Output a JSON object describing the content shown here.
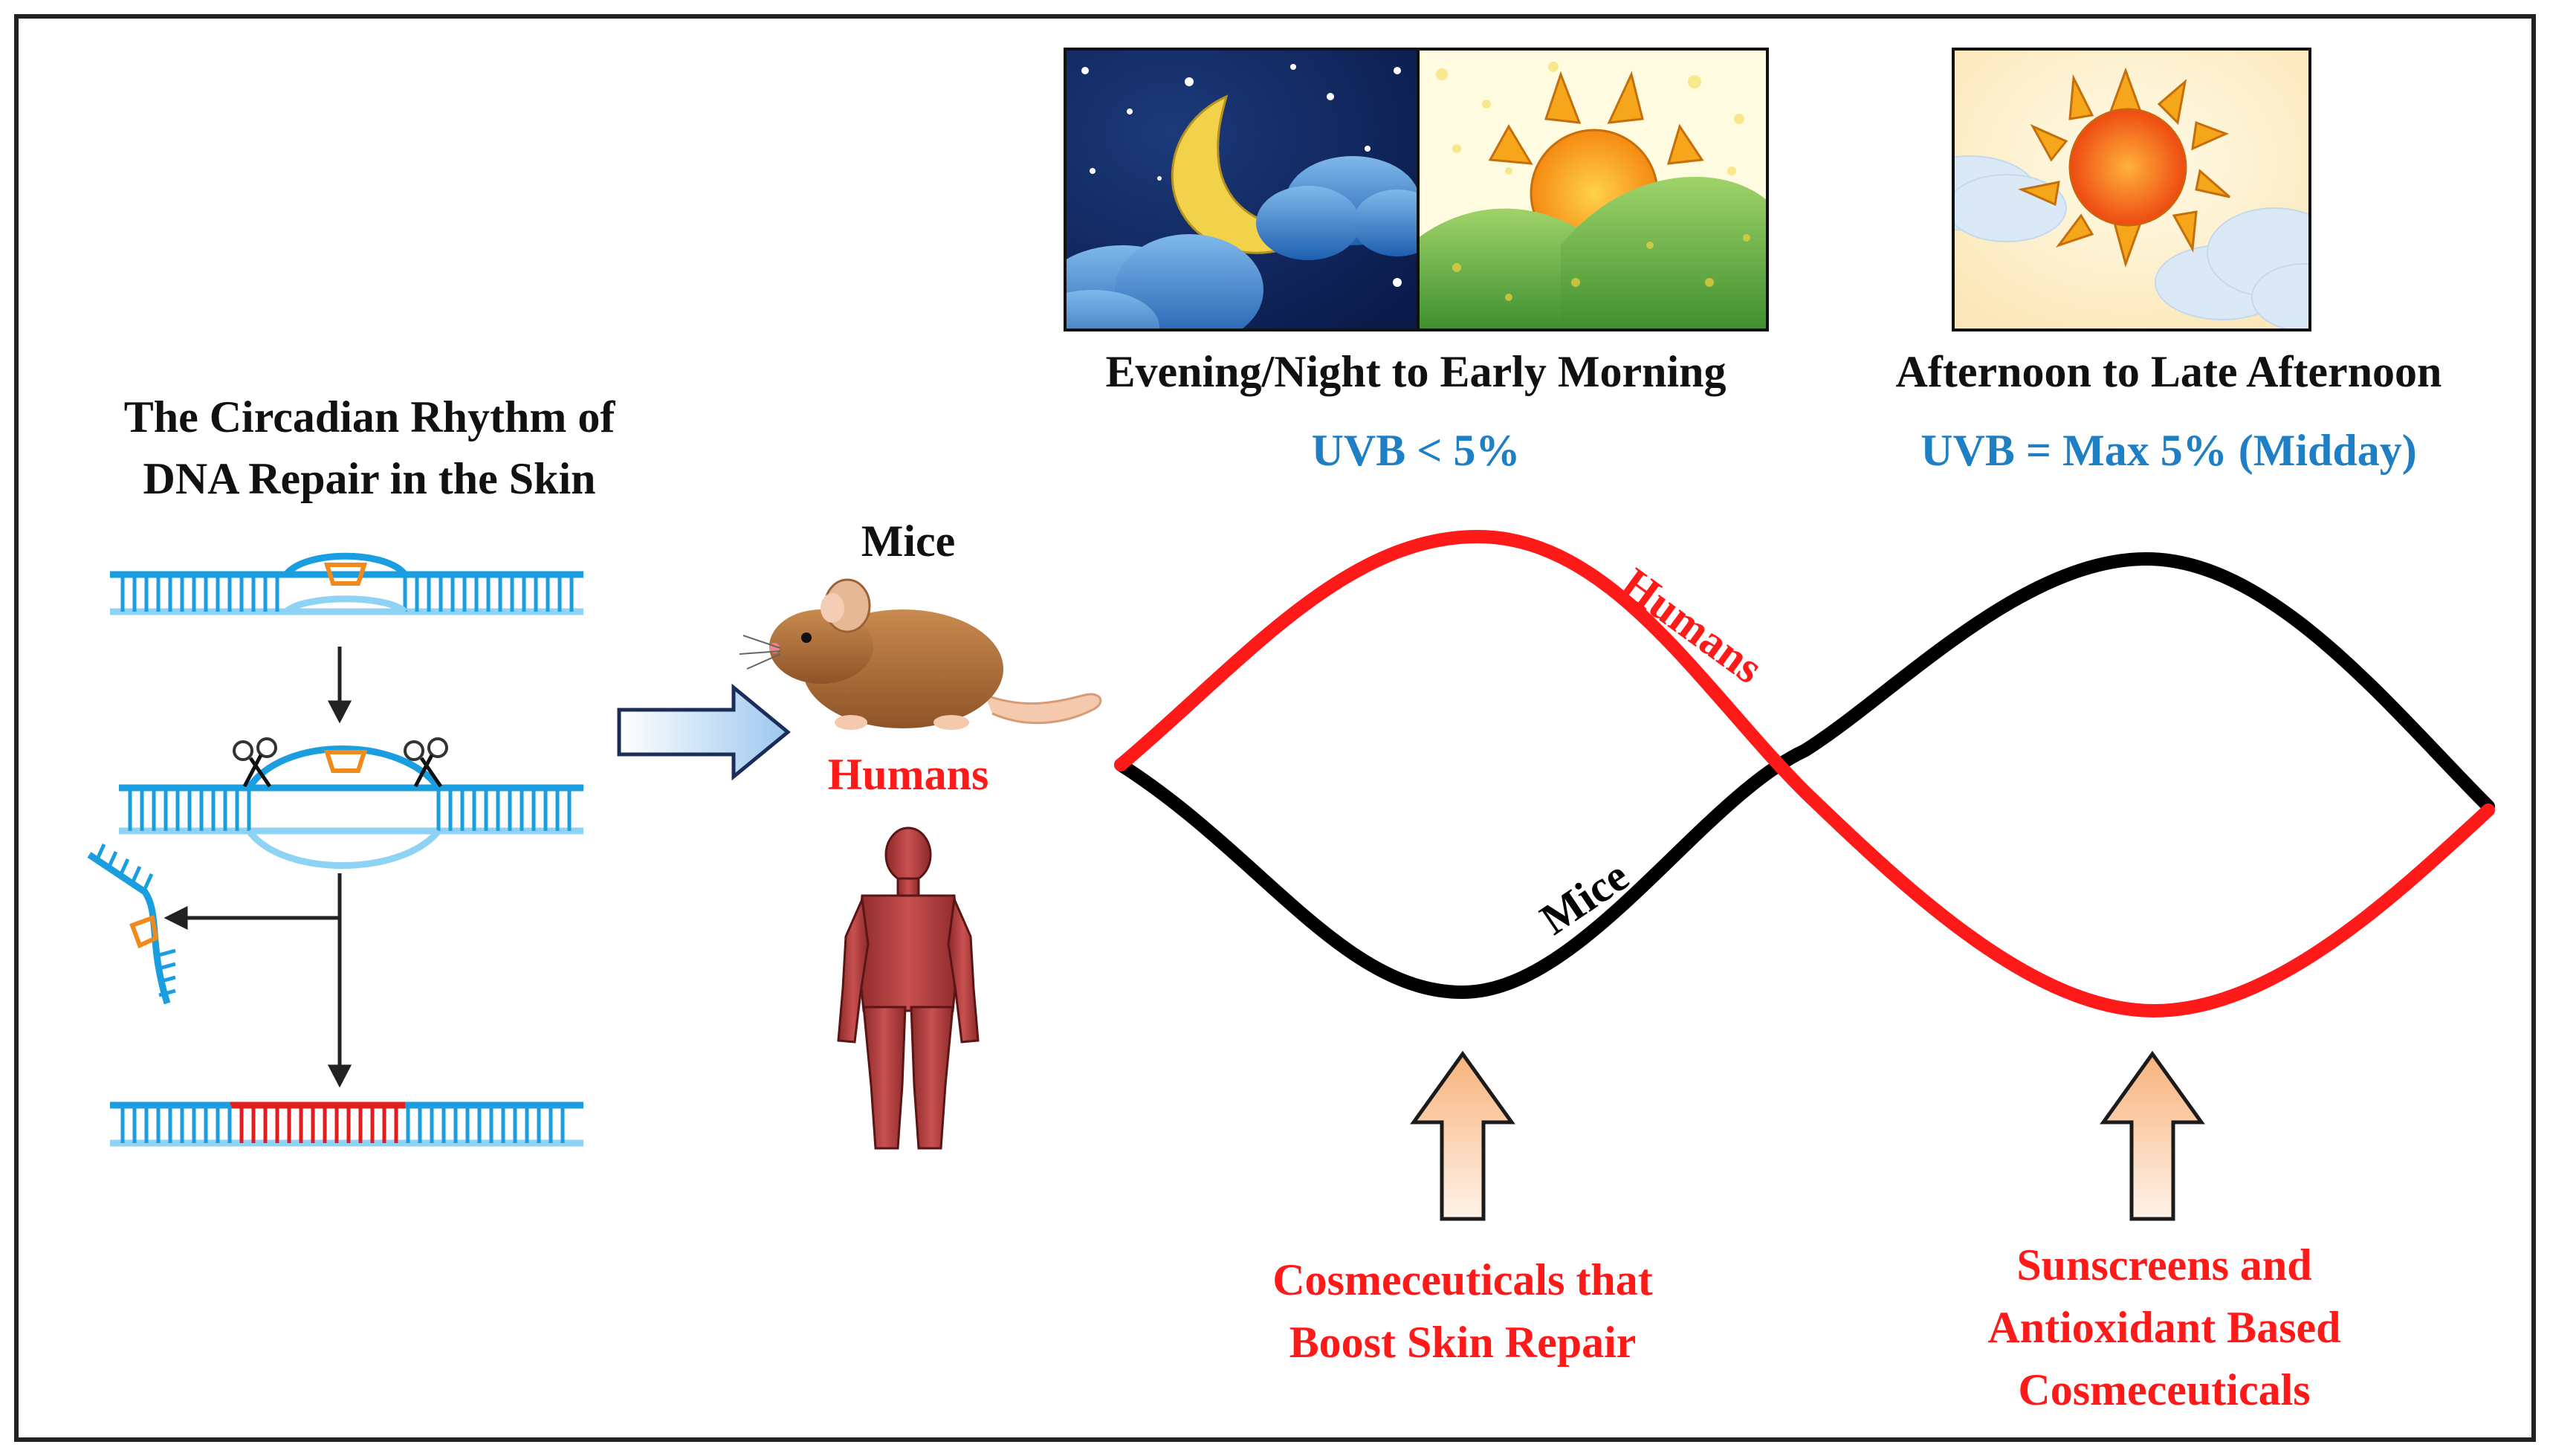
{
  "figure": {
    "dna_panel": {
      "title_line1": "The Circadian Rhythm of",
      "title_line2": "DNA Repair in the Skin"
    },
    "organisms": {
      "mice_label": "Mice",
      "humans_label": "Humans"
    },
    "sky_panels": {
      "night": {
        "label": "Evening/Night to Early Morning",
        "uvb": "UVB < 5%"
      },
      "day": {
        "label": "Afternoon to Late Afternoon",
        "uvb": "UVB = Max 5% (Midday)"
      }
    },
    "curves": {
      "humans_label": "Humans",
      "mice_label": "Mice"
    },
    "recommendations": {
      "night_line1": "Cosmeceuticals that",
      "night_line2": "Boost Skin Repair",
      "day_line1": "Sunscreens and",
      "day_line2": "Antioxidant Based",
      "day_line3": "Cosmeceuticals"
    }
  },
  "colors": {
    "dna_dark": "#1a9ee0",
    "dna_light": "#8fd3f4",
    "lesion": "#f08a1c",
    "repair": "#e31c1c",
    "humans": "#ff1a1a",
    "mice": "#000000",
    "label_blue": "#1f7fc4",
    "label_red": "#ff1a1a",
    "mouse_body": "#b5773f",
    "human_body": "#b84040"
  }
}
